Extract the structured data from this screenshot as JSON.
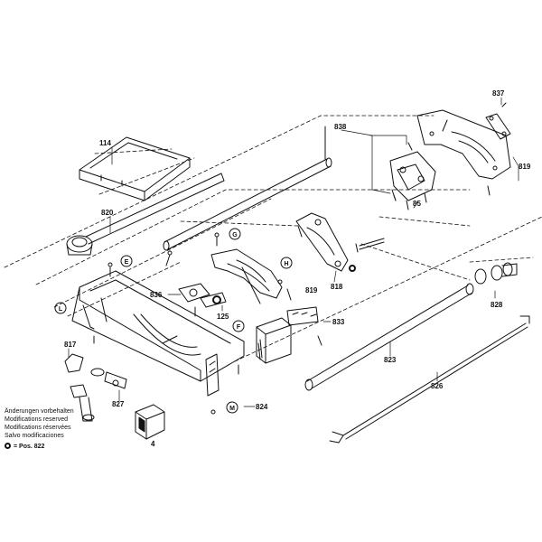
{
  "part_labels": {
    "p114": "114",
    "p820": "820",
    "p838": "838",
    "p837": "837",
    "p819a": "819",
    "p85": "85",
    "p819b": "819",
    "p818": "818",
    "p836": "836",
    "p125": "125",
    "p833": "833",
    "p828": "828",
    "p823": "823",
    "p817": "817",
    "p827": "827",
    "p826": "826",
    "p824": "824",
    "p4": "4"
  },
  "position_letters": {
    "E": "E",
    "G": "G",
    "H": "H",
    "L": "L",
    "F": "F",
    "M": "M"
  },
  "notes": {
    "line1": "Änderungen vorbehalten",
    "line2": "Modifications reserved",
    "line3": "Modifications réservées",
    "line4": "Salvo modificaciones"
  },
  "footnote": {
    "text": "= Pos. 822"
  }
}
